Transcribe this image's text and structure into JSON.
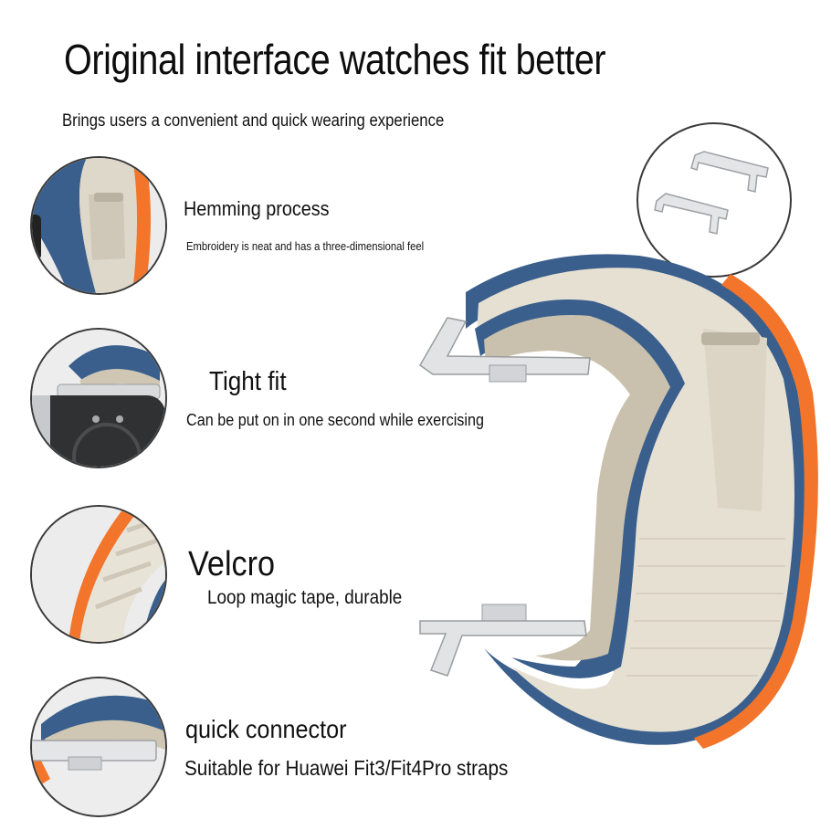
{
  "header": {
    "title": "Original interface watches fit better",
    "subtitle": "Brings users a convenient and quick wearing experience"
  },
  "features": [
    {
      "heading": "Hemming process",
      "description": "Embroidery is neat and has a three-dimensional feel",
      "icon": "hemming-closeup-icon"
    },
    {
      "heading": "Tight fit",
      "description": "Can be put on in one second while exercising",
      "icon": "watch-back-closeup-icon"
    },
    {
      "heading": "Velcro",
      "description": "Loop magic tape, durable",
      "icon": "velcro-closeup-icon"
    },
    {
      "heading": "quick connector",
      "description": "Suitable for Huawei Fit3/Fit4Pro straps",
      "icon": "connector-closeup-icon"
    }
  ],
  "colors": {
    "strap_beige": "#e6e0d3",
    "strap_blue": "#3a5f8c",
    "strap_orange": "#f2752b",
    "metal": "#d9dadc",
    "outline": "#3a3a3a"
  }
}
